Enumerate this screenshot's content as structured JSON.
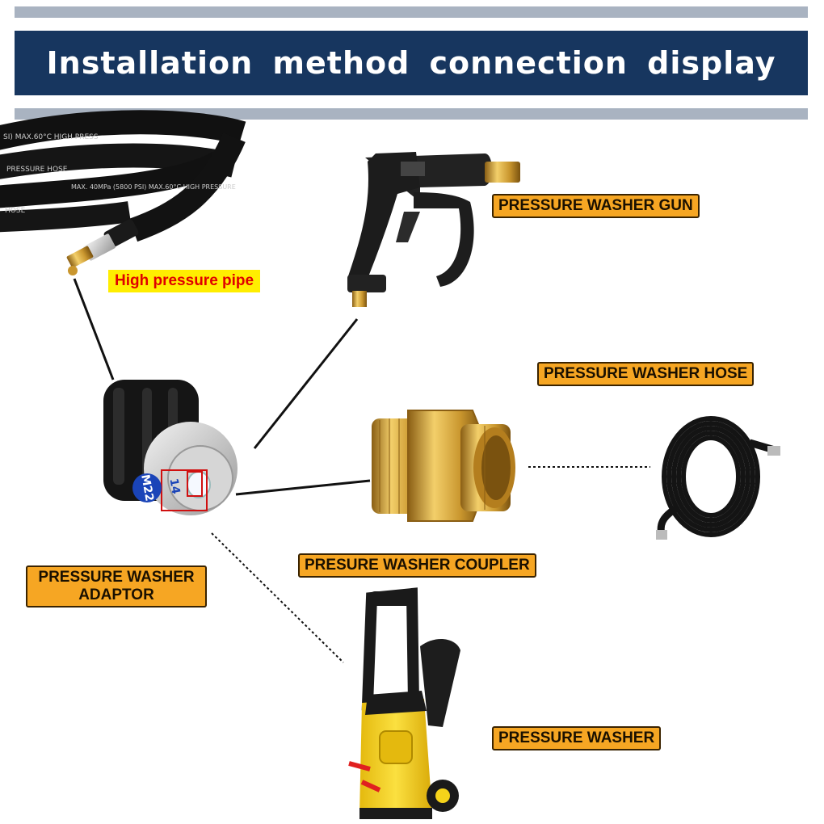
{
  "header": {
    "title": "Installation method connection display"
  },
  "labels": {
    "high_pressure_pipe": "High pressure pipe",
    "gun": "PRESSURE WASHER GUN",
    "hose": "PRESSURE WASHER HOSE",
    "coupler": "PRESURE WASHER COUPLER",
    "adaptor_line1": "PRESSURE WASHER",
    "adaptor_line2": "ADAPTOR",
    "washer": "PRESSURE WASHER"
  },
  "hose_printing": {
    "line1": "SI) MAX.60°C HIGH PRESS",
    "line2": "PRESSURE HOSE",
    "line3": "MAX. 40MPa (5800 PSI) MAX.60°C HIGH PRESSURE",
    "line4": "HOSE"
  },
  "adaptor_marks": {
    "thread": "M22",
    "inner": "14"
  },
  "colors": {
    "banner": "#17365f",
    "stripe": "#a9b3c1",
    "label_bg": "#f6a623",
    "highlight_bg": "#ffee00",
    "highlight_text": "#e00000",
    "brass": "#c9962e",
    "washer_yellow": "#f5d31a"
  }
}
